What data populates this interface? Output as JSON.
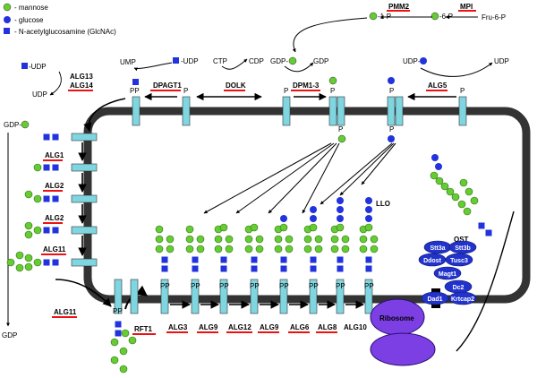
{
  "legend": {
    "mannose": "- mannose",
    "glucose": "- glucose",
    "glcnac": "- N-acetylglucosamine (GlcNAc)"
  },
  "cytosol": {
    "fru6p": "Fru-6-P",
    "man6p": "-6-P",
    "man1p": "-1-P",
    "gdp_man": "GDP-",
    "gdp": "GDP",
    "gdp_left": "GDP-",
    "gdp_bottom": "GDP",
    "ump": "UMP",
    "udp_glcnac": "-UDP",
    "ctp": "CTP",
    "cdp": "CDP",
    "udp_glc": "UDP-",
    "udp": "UDP",
    "udp_top_left": "-UDP",
    "udp_left": "UDP",
    "pp": "PP",
    "p": "P",
    "llo": "LLO",
    "ribosome": "Ribosome"
  },
  "enzymes": {
    "mpi": "MPI",
    "pmm2": "PMM2",
    "dpagt1": "DPAGT1",
    "dolk": "DOLK",
    "dpm13": "DPM1-3",
    "alg5": "ALG5",
    "alg13": "ALG13",
    "alg14": "ALG14",
    "alg1": "ALG1",
    "alg2a": "ALG2",
    "alg2b": "ALG2",
    "alg11a": "ALG11",
    "alg11b": "ALG11",
    "rft1": "RFT1",
    "alg3": "ALG3",
    "alg9a": "ALG9",
    "alg12": "ALG12",
    "alg9b": "ALG9",
    "alg6": "ALG6",
    "alg8": "ALG8",
    "alg10": "ALG10",
    "ost": "OST"
  },
  "ost_subunits": [
    "Stt3a",
    "Stt3b",
    "Ddost",
    "Tusc3",
    "Magt1",
    "Dc2",
    "Dad1",
    "Krtcap2"
  ],
  "colors": {
    "mannose": "#66cc33",
    "glucose": "#2233dd",
    "glcnac": "#2233dd",
    "lipid": "#7fd6e0",
    "ost": "#2233cc",
    "ribosome": "#7b3fe4",
    "underline": "#ee1111"
  }
}
